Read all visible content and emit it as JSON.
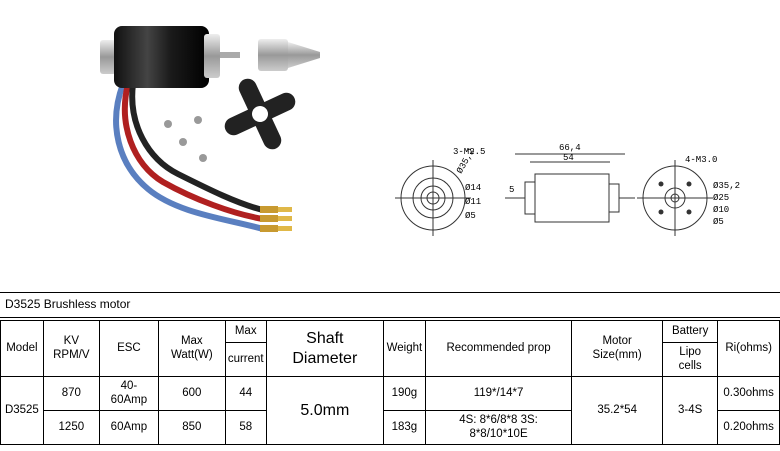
{
  "drawing": {
    "dim_total_length": "66,4",
    "dim_body_length": "54",
    "dim_shaft": "5",
    "left_holes": "3-M2.5",
    "left_d1": "Ø35,2",
    "left_d2": "Ø14",
    "left_d3": "Ø11",
    "left_d4": "Ø5",
    "right_holes": "4-M3.0",
    "right_d1": "Ø35,2",
    "right_d2": "Ø25",
    "right_d3": "Ø10",
    "right_d4": "Ø5"
  },
  "title": "D3525 Brushless motor",
  "table": {
    "headers": {
      "model": "Model",
      "kv_line1": "KV",
      "kv_line2": "RPM/V",
      "esc": "ESC",
      "maxwatt_line1": "Max",
      "maxwatt_line2": "Watt(W)",
      "maxcurrent_line1": "Max",
      "maxcurrent_line2": "current",
      "shaft_line1": "Shaft",
      "shaft_line2": "Diameter",
      "weight": "Weight",
      "prop": "Recommended prop",
      "size_line1": "Motor",
      "size_line2": "Size(mm)",
      "battery": "Battery",
      "battery_sub_line1": "Lipo",
      "battery_sub_line2": "cells",
      "ri": "Ri(ohms)"
    },
    "model": "D3525",
    "shaft": "5.0mm",
    "motor_size": "35.2*54",
    "cells": "3-4S",
    "rows": [
      {
        "kv": "870",
        "esc_line1": "40-",
        "esc_line2": "60Amp",
        "watt": "600",
        "current": "44",
        "weight": "190g",
        "prop_line1": "119*/14*7",
        "prop_line2": "",
        "ri": "0.30ohms"
      },
      {
        "kv": "1250",
        "esc_line1": "60Amp",
        "esc_line2": "",
        "watt": "850",
        "current": "58",
        "weight": "183g",
        "prop_line1": "4S: 8*6/8*8 3S:",
        "prop_line2": "8*8/10*10E",
        "ri": "0.20ohms"
      }
    ]
  }
}
